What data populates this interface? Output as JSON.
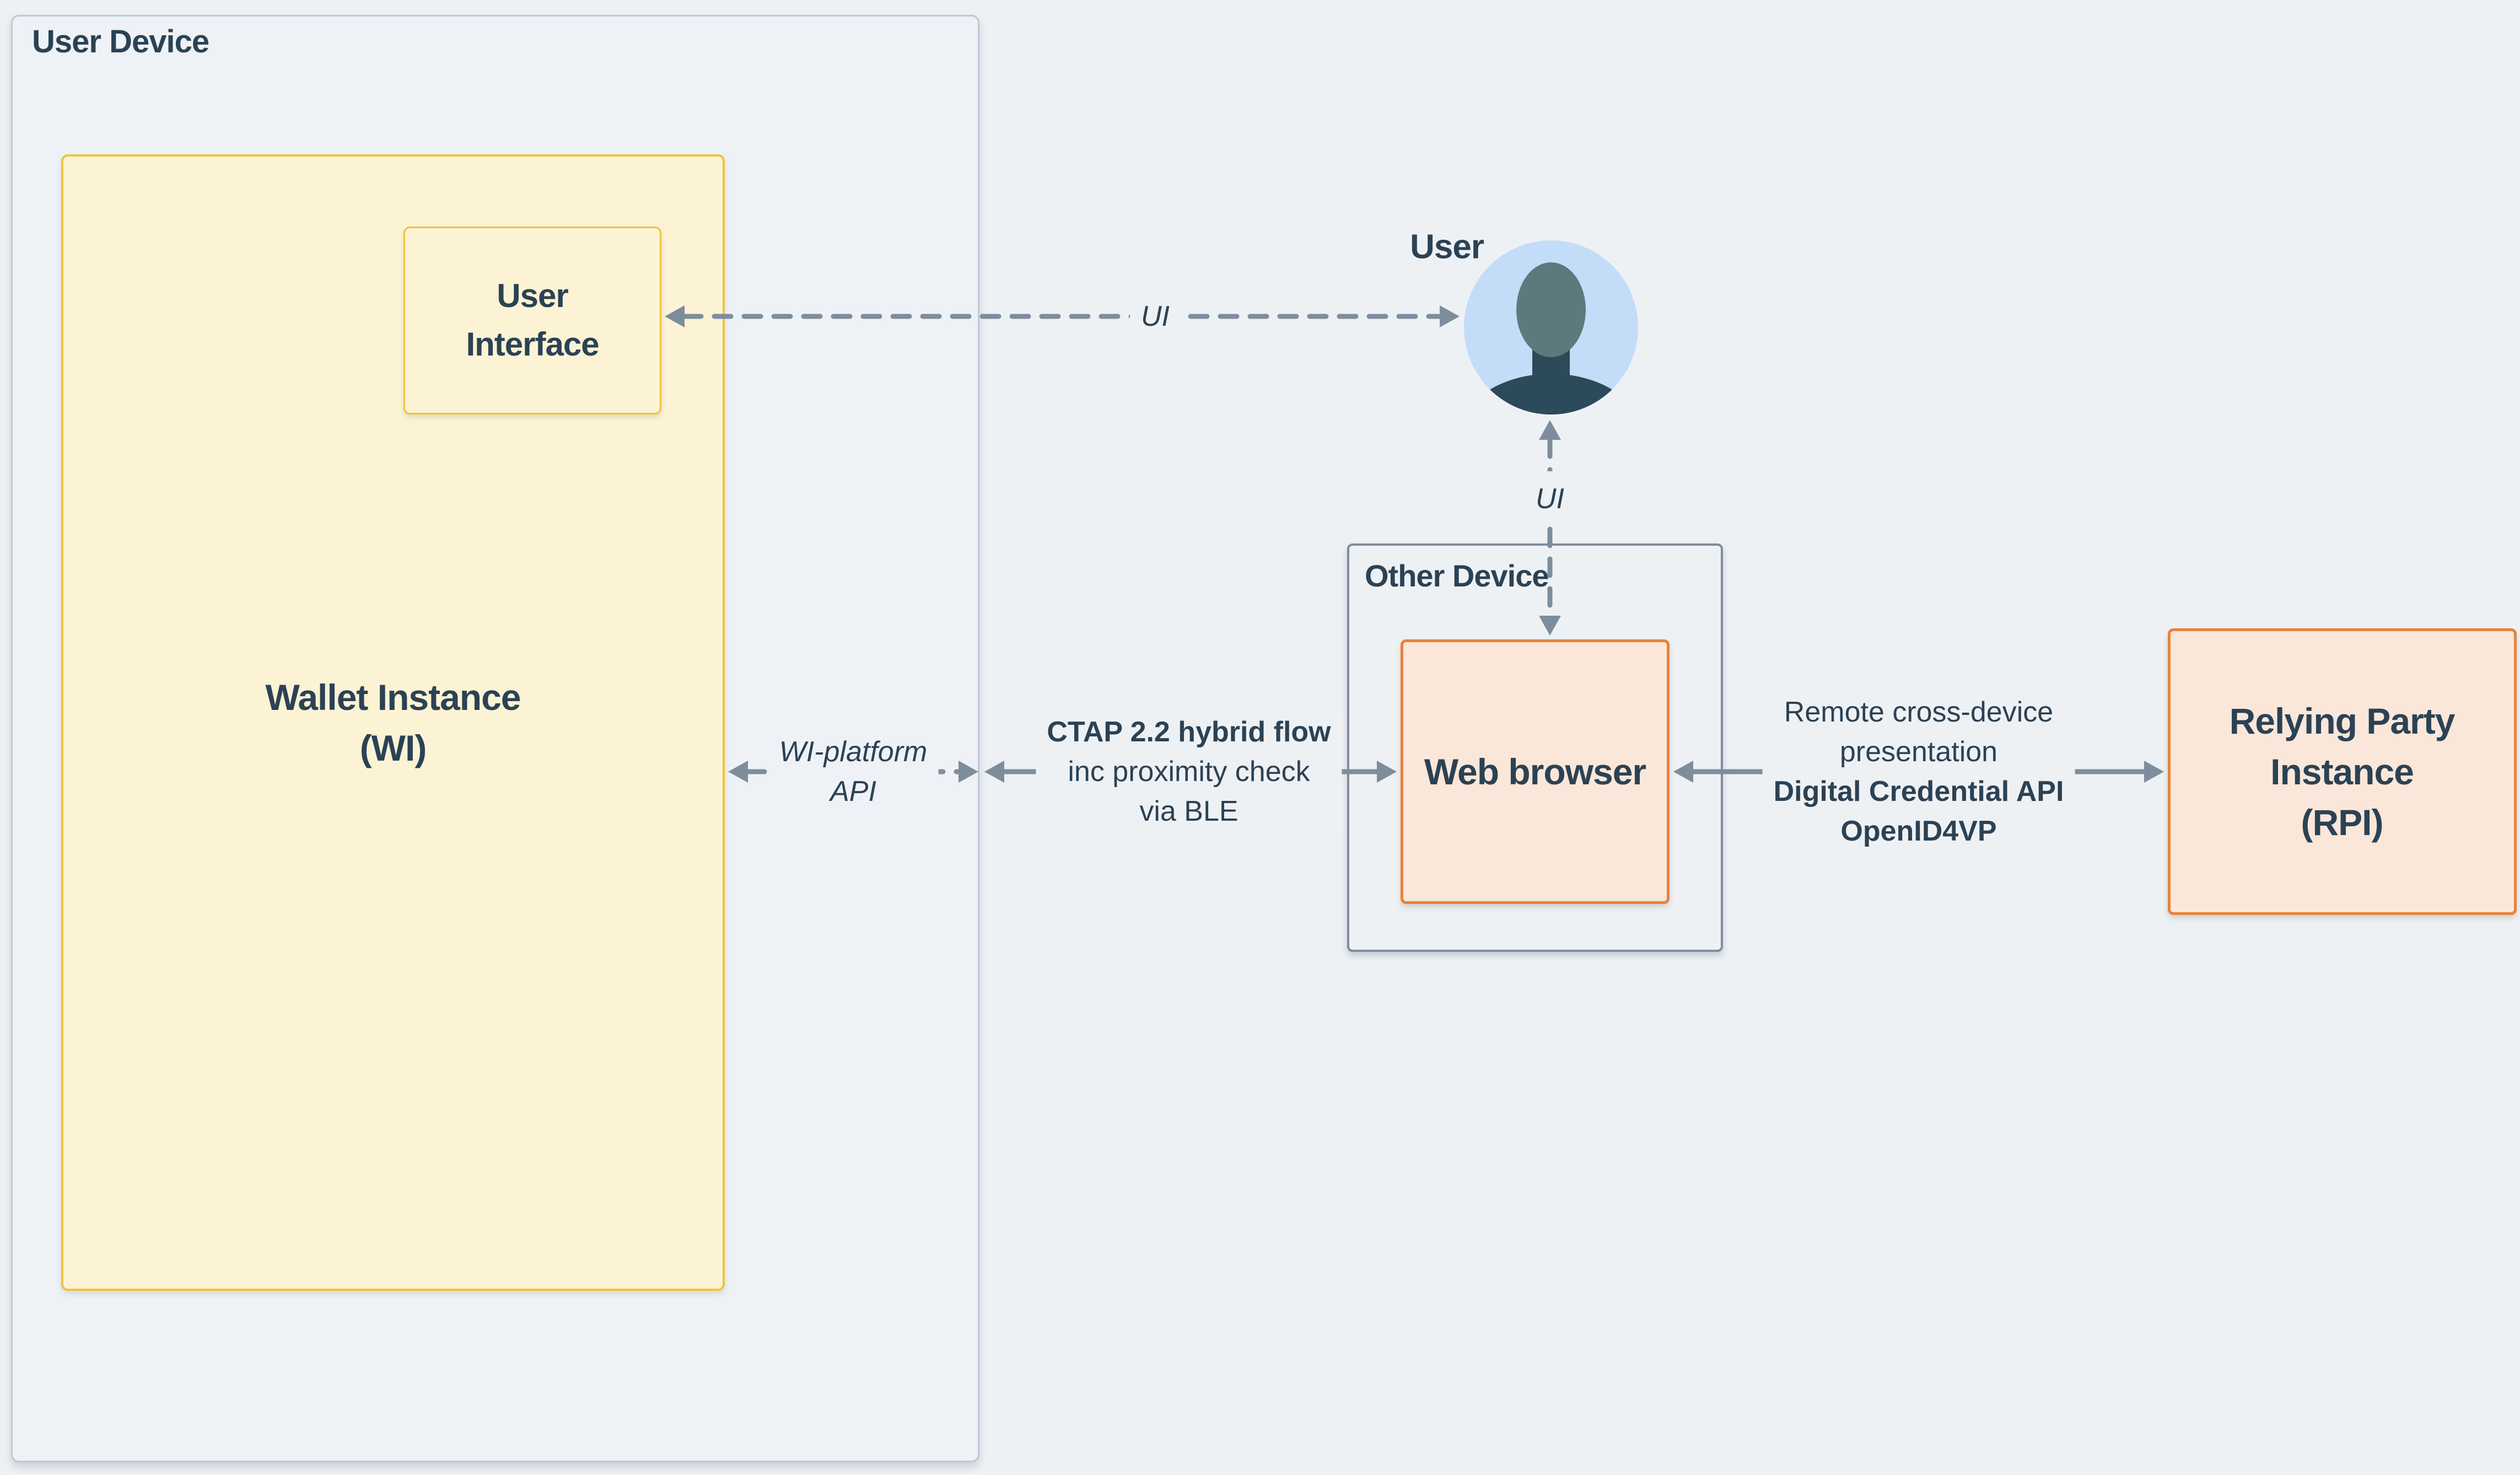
{
  "user_device": {
    "label": "User Device"
  },
  "wallet": {
    "line1": "Wallet Instance",
    "line2": "(WI)"
  },
  "ui_box": {
    "line1": "User",
    "line2": "Interface"
  },
  "user": {
    "label": "User"
  },
  "other_device": {
    "label": "Other Device"
  },
  "web_browser": {
    "label": "Web browser"
  },
  "rpi": {
    "lines": [
      "Relying Party",
      "Instance",
      "(RPI)"
    ]
  },
  "arrows": {
    "ui_horizontal": {
      "label": "UI"
    },
    "ui_vertical": {
      "label": "UI"
    },
    "wi_platform": {
      "line1": "WI-platform",
      "line2": "API"
    },
    "ctap": {
      "line1": "CTAP 2.2 hybrid flow",
      "line2": "inc proximity check",
      "line3": "via BLE"
    },
    "remote": {
      "line1": "Remote cross-device",
      "line2": "presentation",
      "line3": "Digital Credential API",
      "line4": "OpenID4VP"
    }
  },
  "colors": {
    "background": "#eef1f4",
    "device_fill": "#eef2f6",
    "device_border": "#bdc9d3",
    "container_border": "#7e8d9c",
    "yellow_fill": "#fcf3d4",
    "yellow_border": "#eec43e",
    "orange_fill": "#fbe7d9",
    "orange_border": "#e8823c",
    "arrow_gray": "#7e8d9c",
    "text_navy": "#2b4255",
    "avatar_circle": "#c3ddf9",
    "avatar_head": "#5d797b",
    "avatar_body": "#2c4a59"
  }
}
